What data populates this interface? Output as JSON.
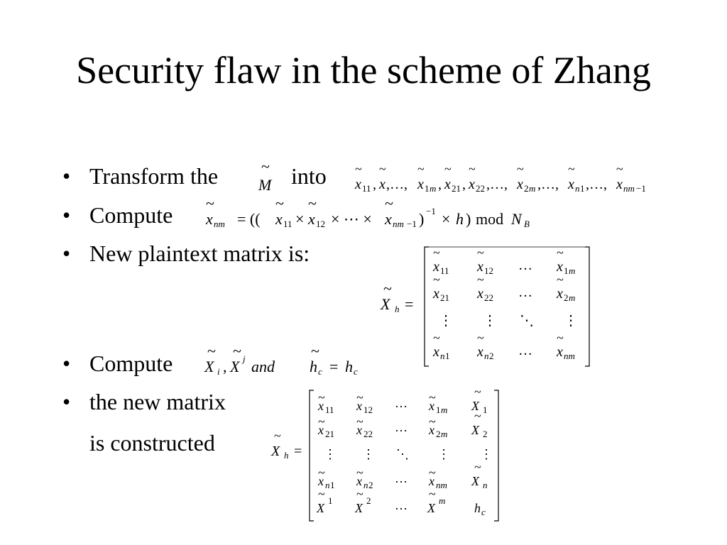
{
  "title": "Security flaw in the scheme of Zhang",
  "bullets": {
    "b1": "Transform the",
    "b1_into": "into",
    "b2": "Compute",
    "b3": "New plaintext matrix is:",
    "b4": "Compute",
    "b5": "the new matrix",
    "b5_cont": "is constructed"
  },
  "math": {
    "m_tilde": "M",
    "transform_sequence": "x̃11, x̃, …, x̃1m, x̃21, x̃22, …, x̃2m, …, x̃n1, …, x̃nm−1",
    "compute_xnm": "x̃nm = ((x̃11 × x̃12 × ⋯ × x̃nm−1)^−1 × h) mod NB",
    "mod_word": "mod",
    "and_word": "and",
    "matrix1_lhs": "X̃h =",
    "matrix1_rows": [
      [
        "x̃11",
        "x̃12",
        "…",
        "x̃1m"
      ],
      [
        "x̃21",
        "x̃22",
        "…",
        "x̃2m"
      ],
      [
        "⋮",
        "⋮",
        "⋱",
        "⋮"
      ],
      [
        "x̃n1",
        "x̃n2",
        "…",
        "x̃nm"
      ]
    ],
    "compute_hc": "X̃i, X̃j and h̃c = hc",
    "matrix2_lhs": "X̃h =",
    "matrix2_rows": [
      [
        "x̃11",
        "x̃12",
        "…",
        "x̃1m",
        "X̃1"
      ],
      [
        "x̃21",
        "x̃22",
        "…",
        "x̃2m",
        "X̃2"
      ],
      [
        "⋮",
        "⋮",
        "⋱",
        "⋮",
        "⋮"
      ],
      [
        "x̃n1",
        "x̃n2",
        "…",
        "x̃nm",
        "X̃n"
      ],
      [
        "X̃1",
        "X̃2",
        "…",
        "X̃m",
        "hc"
      ]
    ]
  }
}
